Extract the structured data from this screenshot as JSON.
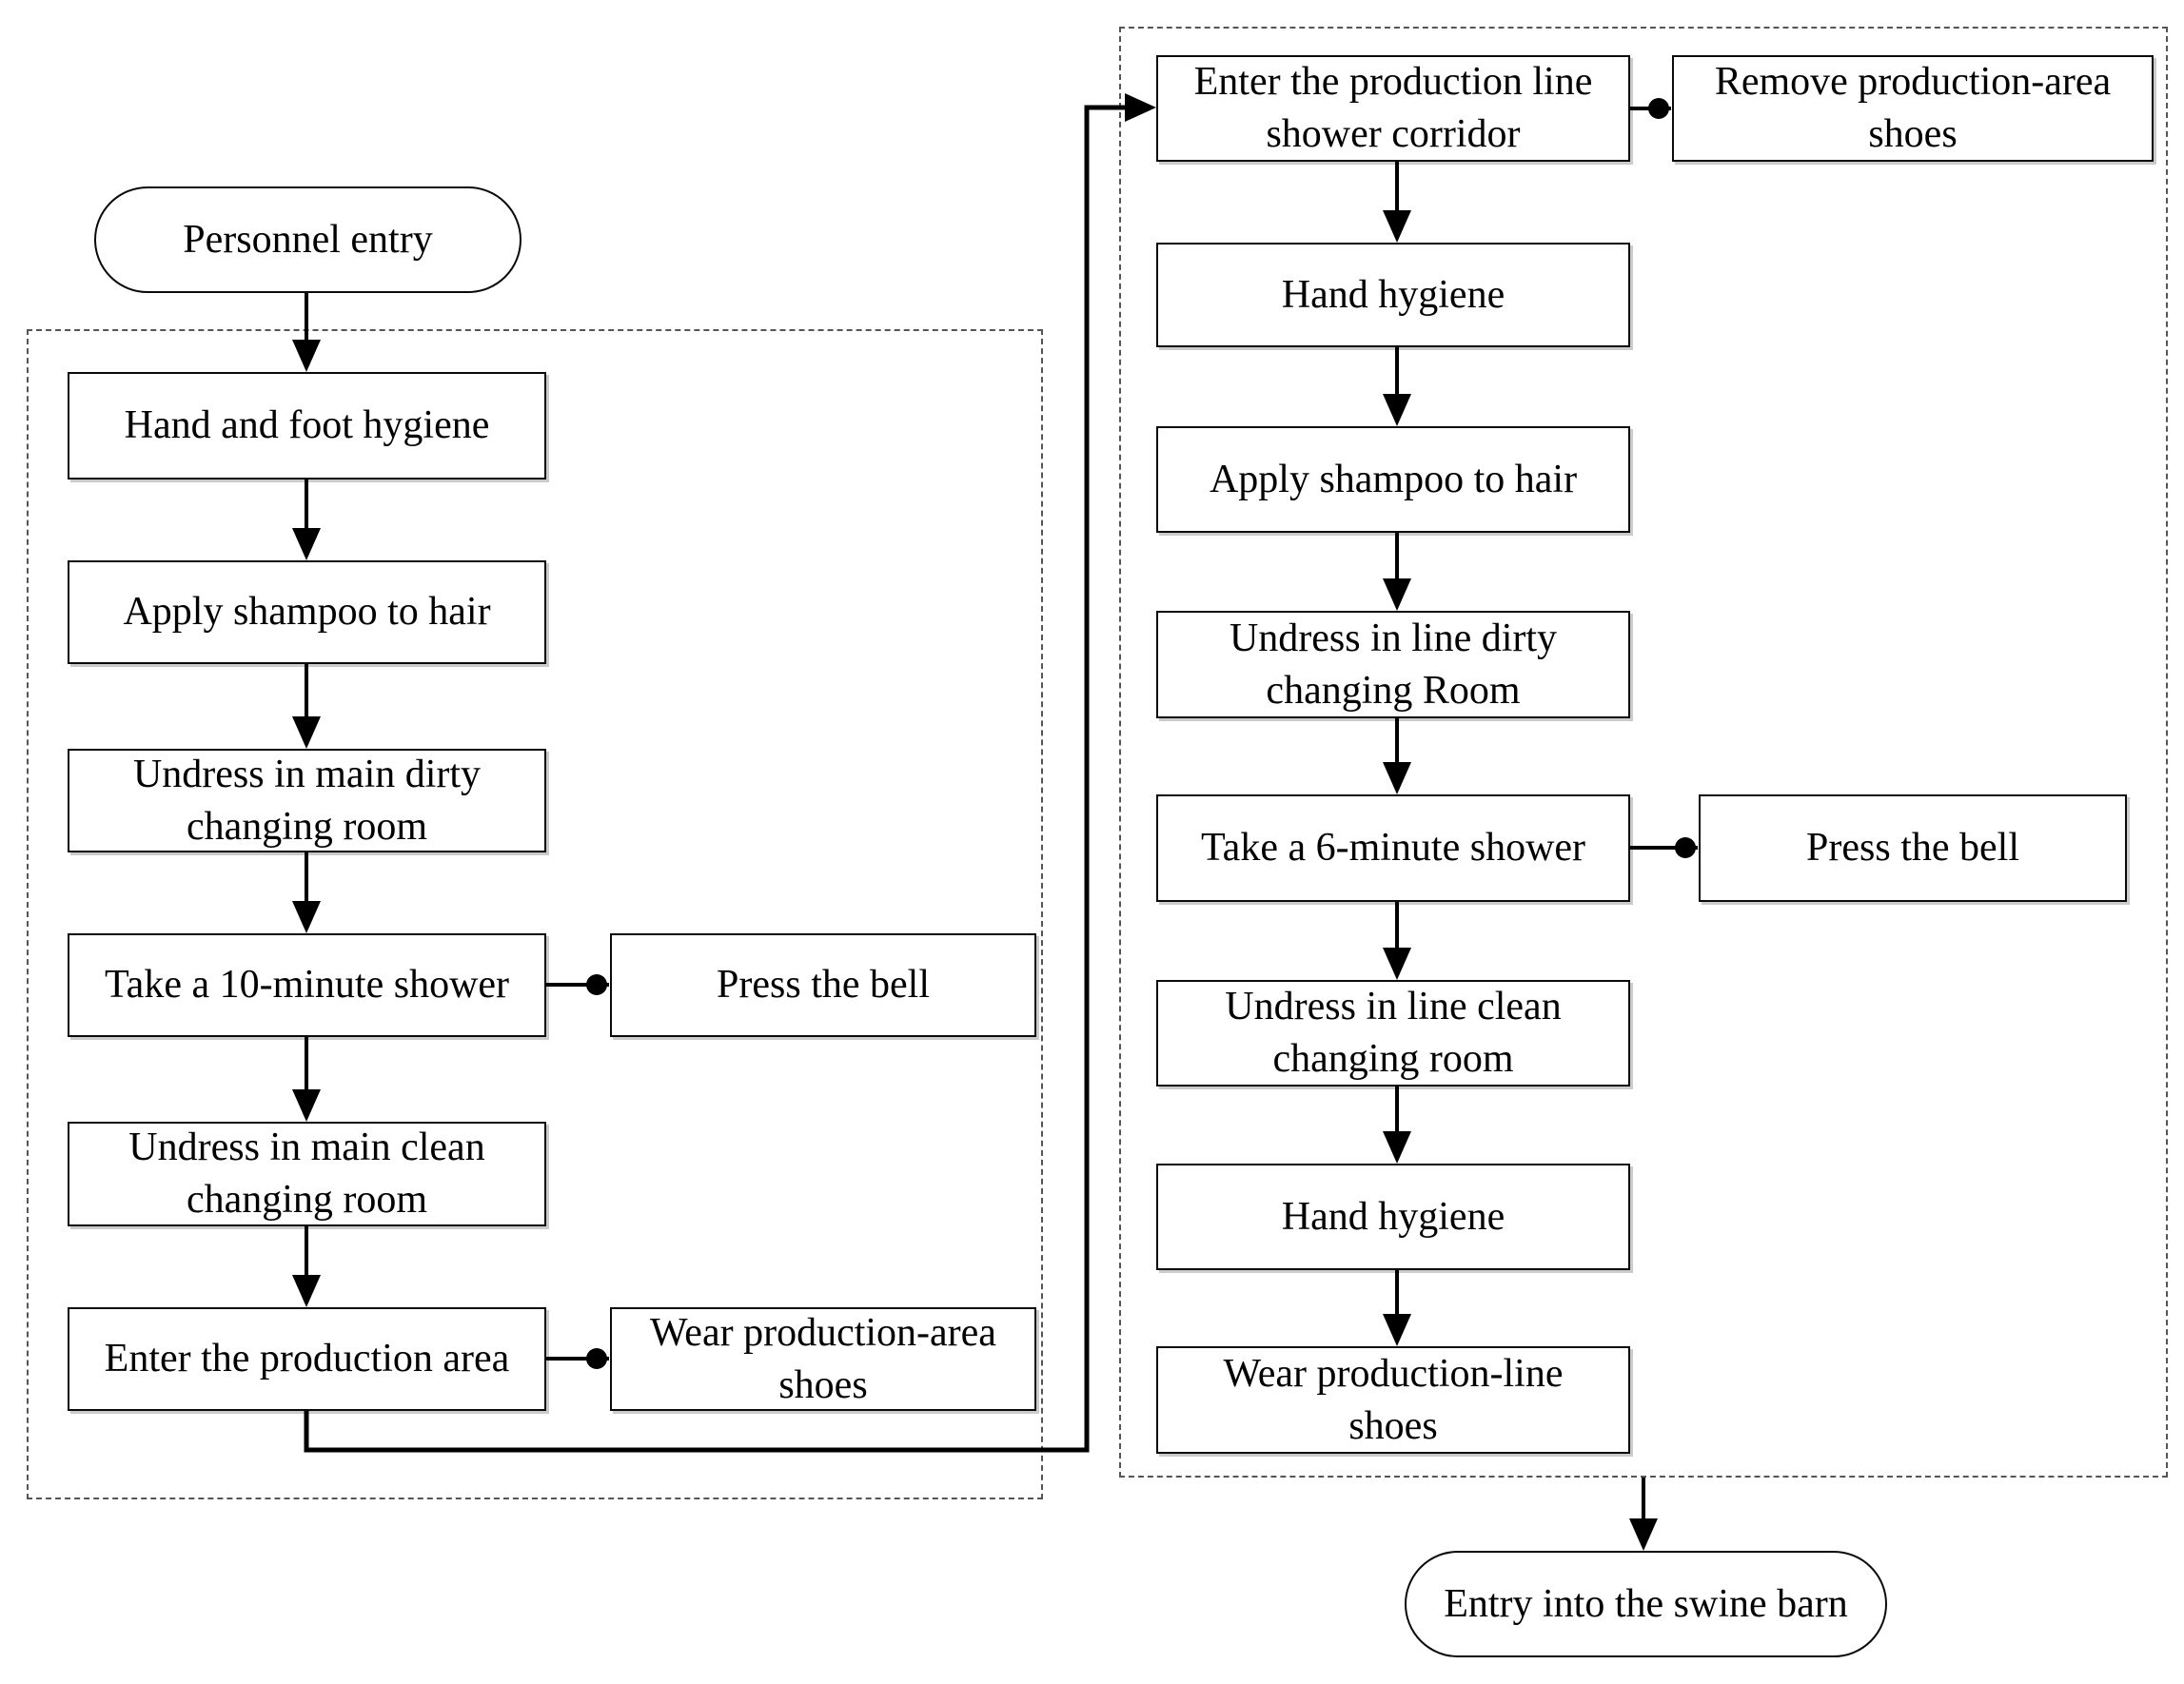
{
  "flowchart": {
    "start_node": "Personnel entry",
    "end_node": "Entry into the swine barn",
    "main_shower_group": {
      "steps": [
        "Hand and foot hygiene",
        "Apply shampoo to hair",
        "Undress in main dirty changing room",
        "Take a 10-minute shower",
        "Undress in main clean changing room",
        "Enter the production area"
      ],
      "side_notes": [
        "Press the bell",
        "Wear production-area shoes"
      ]
    },
    "line_shower_group": {
      "steps": [
        "Enter the production line shower corridor",
        "Hand hygiene",
        "Apply shampoo to hair",
        "Undress in line dirty changing Room",
        "Take a 6-minute shower",
        "Undress in line clean changing room",
        "Hand hygiene",
        "Wear production-line shoes"
      ],
      "side_notes": [
        "Remove production-area shoes",
        "Press the bell"
      ]
    },
    "colors": {
      "line": "#000000",
      "box_border": "#0a0a0a",
      "dashed_border": "#555555",
      "background": "#ffffff",
      "text": "#000000"
    }
  }
}
